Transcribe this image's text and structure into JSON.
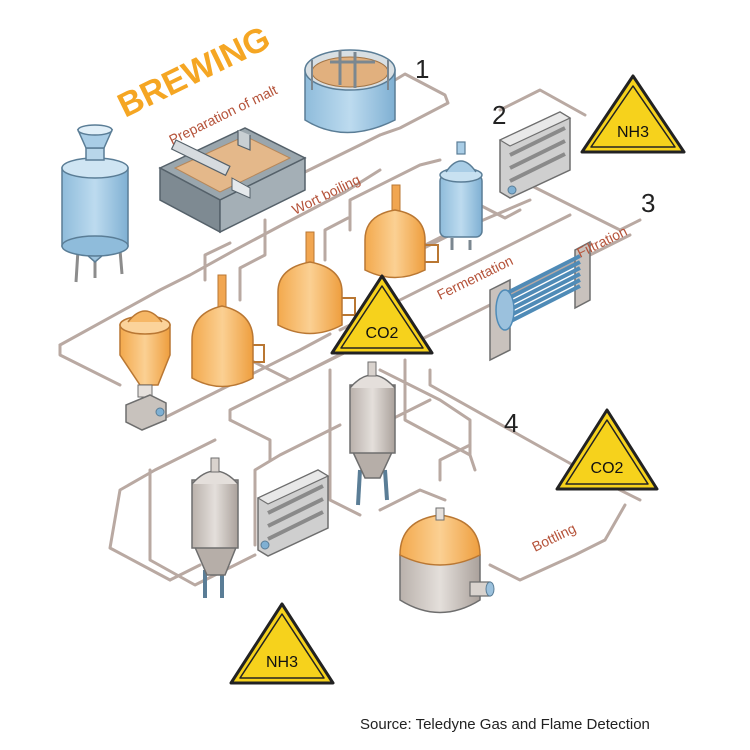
{
  "title": "BREWING",
  "stages": {
    "preparation": "Preparation of malt",
    "wort": "Wort boiling",
    "fermentation": "Fermentation",
    "filtration": "Filtration",
    "bottling": "Bottling"
  },
  "step_numbers": [
    "1",
    "2",
    "3",
    "4"
  ],
  "warnings": {
    "nh3_top": "NH3",
    "co2_center": "CO2",
    "co2_right": "CO2",
    "nh3_bottom": "NH3"
  },
  "source": "Source: Teledyne Gas and Flame Detection",
  "colors": {
    "pipe": "#b9a9a2",
    "title_orange": "#f5a623",
    "stage_label": "#b5533a",
    "warning_fill": "#f6d21c",
    "tank_blue": "#a9cde6",
    "tank_orange": "#f6b766",
    "tank_grey": "#c9c2bd"
  }
}
